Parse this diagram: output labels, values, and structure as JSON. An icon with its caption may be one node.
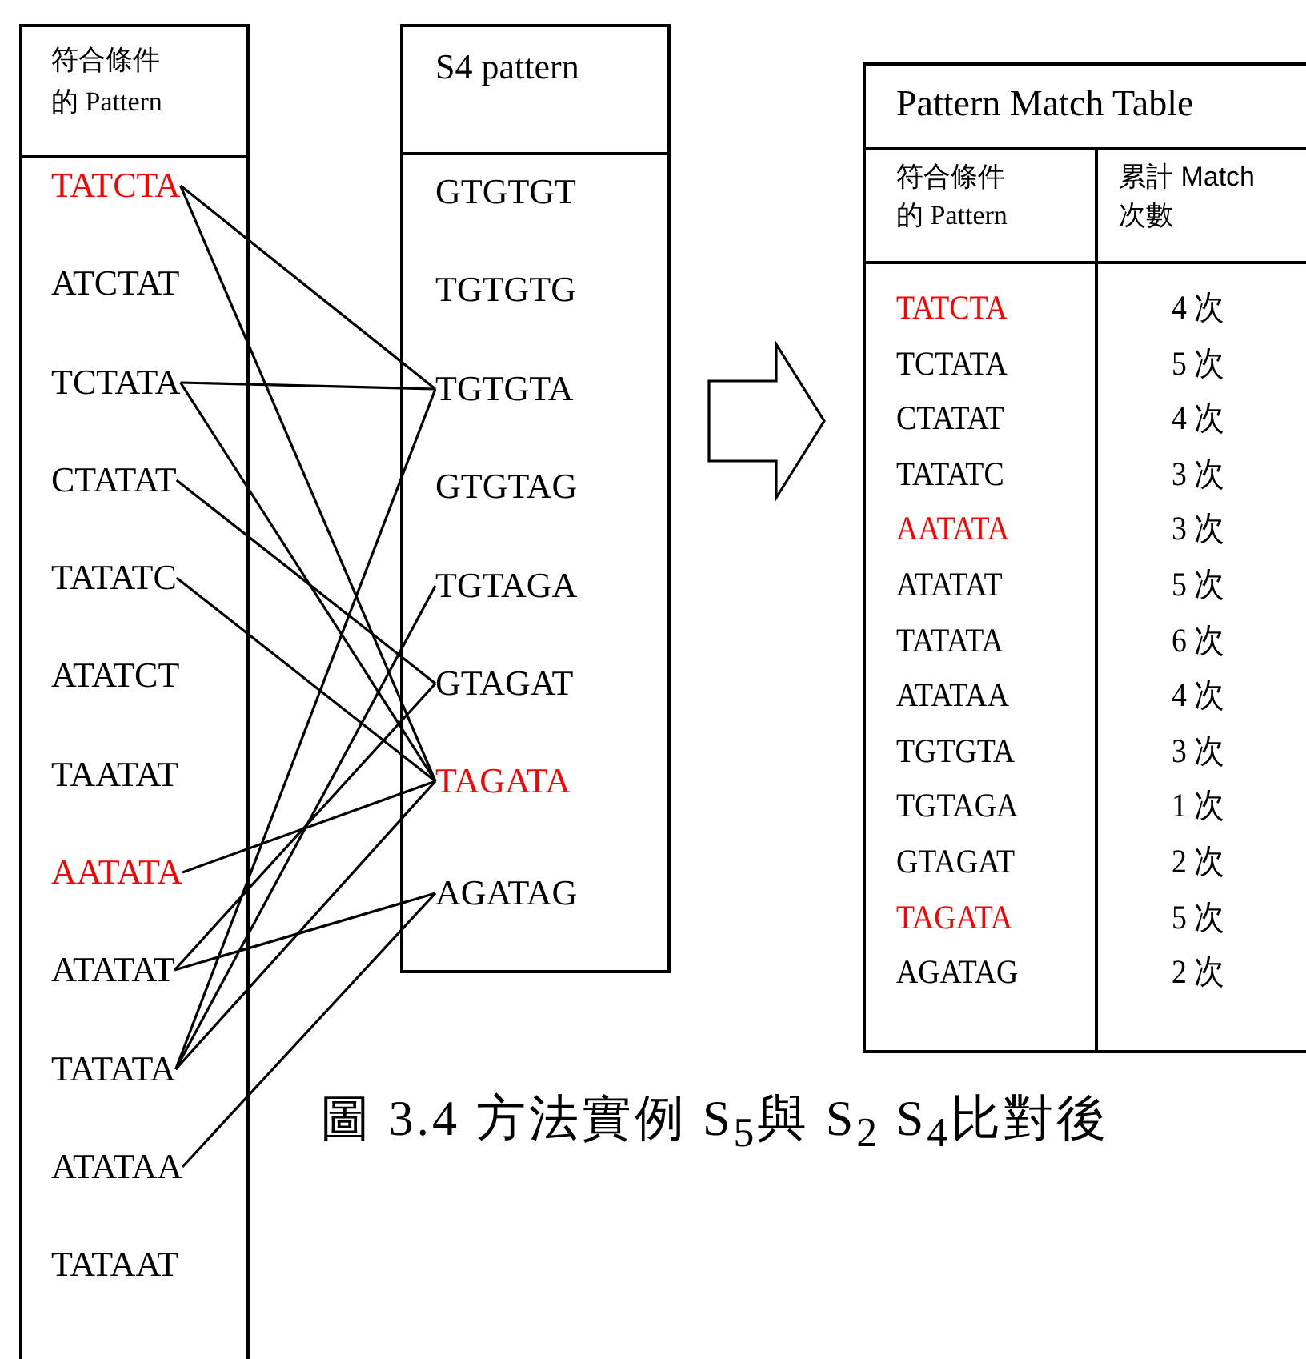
{
  "diagram": {
    "caption": "圖 3.4 方法實例 S$_{5}$與 S$_{2}$ S$_{4}$比對後",
    "nodes": [
      {
        "text": [
          "符合條件的 Pattern"
        ]
      },
      {
        "text": [
          "TATCTA"
        ],
        "in": 0
      },
      {
        "text": [
          "ATCTAT"
        ],
        "in": 0
      },
      {
        "text": [
          "TCTATA"
        ],
        "in": 0
      },
      {
        "text": [
          "CTATAT"
        ],
        "in": 0
      },
      {
        "text": [
          "TATATC"
        ],
        "in": 0
      },
      {
        "text": [
          "ATATCT"
        ],
        "in": 0
      },
      {
        "text": [
          "TAATAT"
        ],
        "in": 0
      },
      {
        "text": [
          "AATATA"
        ],
        "in": 0
      },
      {
        "text": [
          "ATATAT"
        ],
        "in": 0
      },
      {
        "text": [
          "TATATA"
        ],
        "in": 0
      },
      {
        "text": [
          "ATATAA"
        ],
        "in": 0
      },
      {
        "text": [
          "TATAAT"
        ],
        "in": 0
      },
      {
        "text": [
          "S4 pattern"
        ]
      },
      {
        "text": [
          "GTGTGT"
        ],
        "in": 13
      },
      {
        "text": [
          "TGTGTG"
        ],
        "in": 13
      },
      {
        "text": [
          "TGTGTA"
        ],
        "in": 13
      },
      {
        "text": [
          "GTGTAG"
        ],
        "in": 13
      },
      {
        "text": [
          "TGTAGA"
        ],
        "in": 13
      },
      {
        "text": [
          "GTAGAT"
        ],
        "in": 13
      },
      {
        "text": [
          "TAGATA"
        ],
        "in": 13
      },
      {
        "text": [
          "AGATAG"
        ],
        "in": 13
      },
      {
        "text": [
          "Pattern Match Table"
        ]
      }
    ],
    "edges": [
      {
        "from": 1,
        "to": 16,
        "arrow": "none"
      },
      {
        "from": 1,
        "to": 20,
        "arrow": "none"
      },
      {
        "from": 3,
        "to": 16,
        "arrow": "none"
      },
      {
        "from": 3,
        "to": 20,
        "arrow": "none"
      },
      {
        "from": 4,
        "to": 19,
        "arrow": "none"
      },
      {
        "from": 5,
        "to": 20,
        "arrow": "none"
      },
      {
        "from": 8,
        "to": 20,
        "arrow": "none"
      },
      {
        "from": 9,
        "to": 19,
        "arrow": "none"
      },
      {
        "from": 9,
        "to": 21,
        "arrow": "none"
      },
      {
        "from": 10,
        "to": 16,
        "arrow": "none"
      },
      {
        "from": 10,
        "to": 18,
        "arrow": "none"
      },
      {
        "from": 10,
        "to": 20,
        "arrow": "none"
      },
      {
        "from": 11,
        "to": 21,
        "arrow": "none"
      },
      {
        "from": 13,
        "to": 22,
        "arrow": "to"
      }
    ],
    "labels": [
      "符合條件的 Pattern",
      "累計 Match 次數",
      "TATCTA",
      "4 次",
      "TCTATA",
      "5 次",
      "CTATAT",
      "4 次",
      "TATATC",
      "3 次",
      "AATATA",
      "3 次",
      "ATATAT",
      "5 次",
      "TATATA",
      "6 次",
      "ATATAA",
      "4 次",
      "TGTGTA",
      "3 次",
      "TGTAGA",
      "1 次",
      "GTAGAT",
      "2 次",
      "TAGATA",
      "5 次",
      "AGATAG",
      "2 次"
    ]
  }
}
